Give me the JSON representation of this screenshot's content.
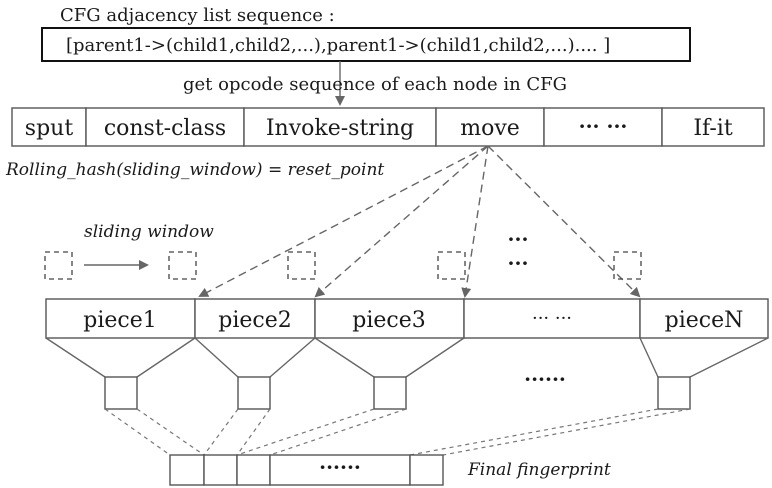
{
  "header": {
    "title": "CFG adjacency list sequence :",
    "sequence": "[parent1->(child1,child2,...),parent1->(child1,child2,...)....  ]",
    "opcode_caption": "get opcode sequence of each node in CFG"
  },
  "opcodes": [
    "sput",
    "const-class",
    "Invoke-string",
    "move",
    "··· ···",
    "If-it"
  ],
  "rolling_hash_label": "Rolling_hash(sliding_window) = reset_point",
  "sliding_window_label": "sliding window",
  "vertical_dots": [
    "···",
    "···"
  ],
  "pieces": [
    "piece1",
    "piece2",
    "piece3",
    "··· ···",
    "pieceN"
  ],
  "middle_dots": "······",
  "fingerprint_dots": "······",
  "fingerprint_label": "Final fingerprint",
  "colors": {
    "line": "#666666",
    "text": "#1a1a1a"
  }
}
